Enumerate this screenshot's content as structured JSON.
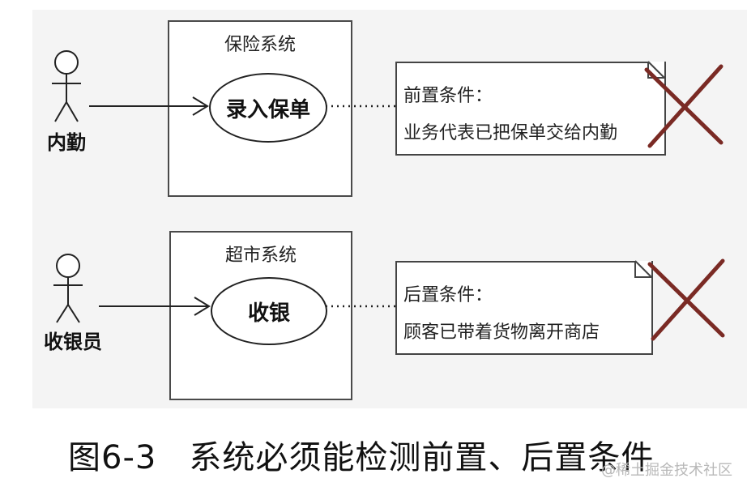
{
  "systems": [
    {
      "title": "保险系统",
      "use_case": "录入保单",
      "actor": "内勤",
      "note": {
        "heading": "前置条件：",
        "body": "业务代表已把保单交给内勤"
      }
    },
    {
      "title": "超市系统",
      "use_case": "收银",
      "actor": "收银员",
      "note": {
        "heading": "后置条件：",
        "body": "顾客已带着货物离开商店"
      }
    }
  ],
  "caption": {
    "figure_number": "图6-3",
    "text": "系统必须能检测前置、后置条件"
  },
  "watermark": "@稀土掘金技术社区",
  "colors": {
    "cross": "#7a2a24",
    "line": "#222222",
    "border": "#4a4a4a"
  }
}
